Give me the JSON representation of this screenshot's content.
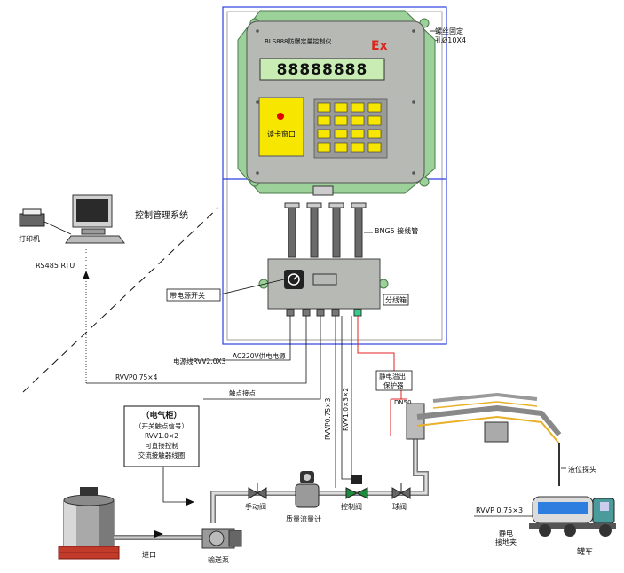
{
  "controller": {
    "title": "BLS888防爆定量控制仪",
    "ex_mark": "Ex",
    "display_digits": "88888888",
    "card_window_label": "读卡窗口",
    "mount_note_line1": "螺丝固定",
    "mount_note_line2": "孔Ø10X4"
  },
  "labels": {
    "hose": "BNG5 接线管",
    "junction_box": "分线箱",
    "power_switch": "带电源开关",
    "control_system": "控制管理系统",
    "printer": "打印机",
    "rs485": "RS485 RTU",
    "power_cable": "电源线RVV2.0X3",
    "ac_power": "AC220V供电电源",
    "rvvp_4": "RVVP0.75×4",
    "contact": "触点接点",
    "rvvp_3": "RVVP0.75×3",
    "rvv_3x2": "RVV1.0×3×2",
    "static_protector_line1": "静电溢出",
    "static_protector_line2": "保护器",
    "dn50": "DN50",
    "level_probe": "液位探头",
    "rvvp_truck": "RVVP 0.75×3",
    "static_clip_line1": "静电",
    "static_clip_line2": "接地夹",
    "truck": "罐车",
    "manual_valve": "手动阀",
    "flowmeter": "质量流量计",
    "control_valve": "控制阀",
    "ball_valve": "球阀",
    "inlet": "进口",
    "pump": "输送泵"
  },
  "cabinet": {
    "title": "（电气柜）",
    "line1": "（开关触点信号）",
    "line2": "RVV1.0×2",
    "line3": "可直接控制",
    "line4": "交流接触器线圈"
  },
  "colors": {
    "panel_green": "#9cd19a",
    "panel_gray": "#b7b9b5",
    "display_green": "#c8ecb4",
    "keypad_yellow": "#f6e600",
    "red_led": "#e00000",
    "ex_red": "#d8281e",
    "frame_blue": "#2d3fe0",
    "static_line_red": "#e02020",
    "arm_yellow": "#e9b02a",
    "truck_teal": "#4b9b9b",
    "tank_blue": "#2e7ee0"
  }
}
